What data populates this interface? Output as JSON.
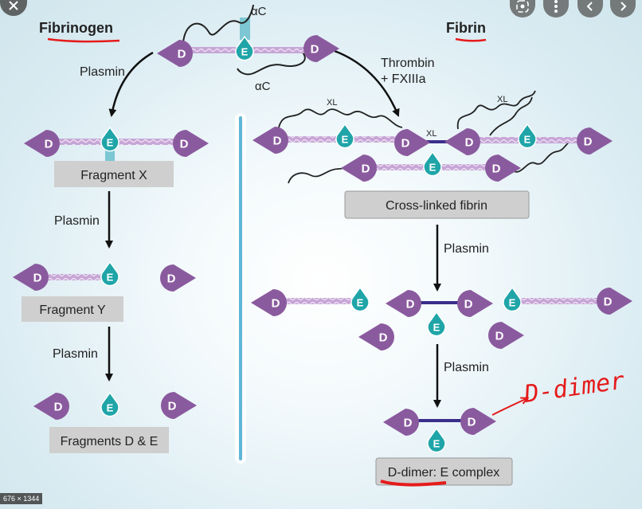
{
  "headers": {
    "left": "Fibrinogen",
    "right": "Fibrin"
  },
  "labels": {
    "alpha_c": "αC",
    "plasmin": "Plasmin",
    "thrombin_line1": "Thrombin",
    "thrombin_line2": "+ FXIIIa",
    "xl": "XL",
    "fragment_x": "Fragment X",
    "fragment_y": "Fragment Y",
    "fragments_de": "Fragments D & E",
    "cross_linked": "Cross-linked fibrin",
    "d_dimer_complex": "D-dimer: E complex",
    "handwritten": "D-dimer"
  },
  "domains": {
    "d": "D",
    "e": "E"
  },
  "overlay": {
    "size_badge": "676 × 1344"
  },
  "colors": {
    "d_domain": "#8a5a9e",
    "e_domain": "#1fa5a8",
    "rod": "#c7a6d6",
    "box_fill": "#cfcfcf",
    "xl_link": "#3a2e8a",
    "annotation": "#e51b1b"
  },
  "icons": [
    "close-icon",
    "lens-icon",
    "more-icon",
    "chevron-left-icon",
    "chevron-right-icon"
  ]
}
